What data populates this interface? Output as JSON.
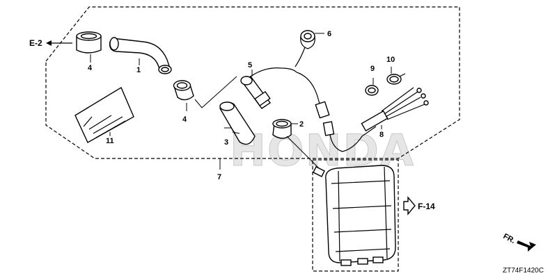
{
  "watermark": "HONDA",
  "drawing_code": "ZT74F1420C",
  "refs": {
    "e2": "E-2",
    "f14": "F-14",
    "fr": "FR."
  },
  "callouts": {
    "p1": "1",
    "p2": "2",
    "p3": "3",
    "p4a": "4",
    "p4b": "4",
    "p5": "5",
    "p6": "6",
    "p7": "7",
    "p8": "8",
    "p9": "9",
    "p10": "10",
    "p11": "11"
  }
}
